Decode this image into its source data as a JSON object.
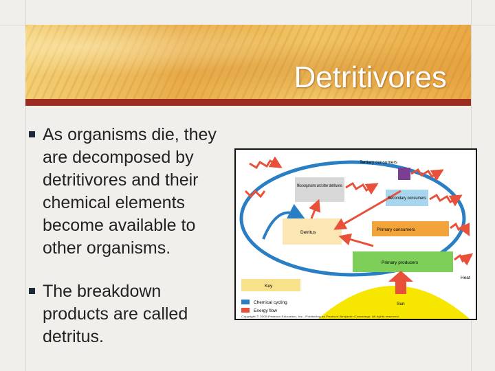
{
  "slide": {
    "title": "Detritivores",
    "colors": {
      "banner": "#eab04c",
      "accent_bar": "#9c2c21",
      "text": "#222222"
    }
  },
  "bullets": [
    {
      "text": "As organisms die, they are decomposed by detritivores and their chemical elements become available to other organisms."
    },
    {
      "text": "The breakdown products are called detritus."
    }
  ],
  "diagram": {
    "boxes": {
      "tertiary": "Tertiary consumers",
      "micro": "Microorganisms and other detritivores",
      "secondary": "Secondary consumers",
      "detritus": "Detritus",
      "primary_consumers": "Primary consumers",
      "primary_producers": "Primary producers",
      "heat": "Heat",
      "sun": "Sun"
    },
    "key": {
      "title": "Key",
      "items": [
        {
          "label": "Chemical cycling",
          "color": "#2a7fc4"
        },
        {
          "label": "Energy flow",
          "color": "#e8503a"
        }
      ]
    },
    "copyright": "Copyright © 2008 Pearson Education, Inc., Publishing as Pearson Benjamin Cummings. All rights reserved."
  }
}
